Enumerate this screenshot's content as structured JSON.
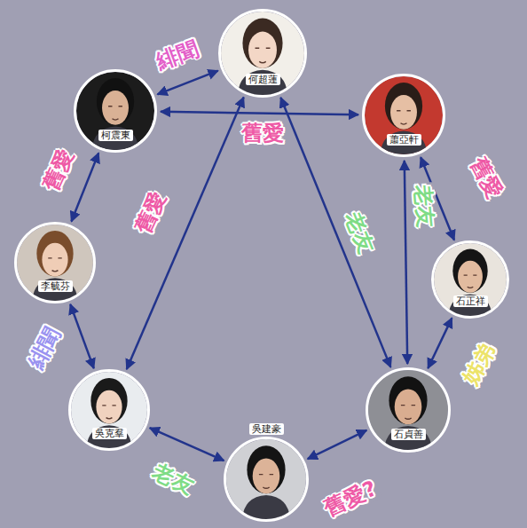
{
  "diagram": {
    "nodes": [
      {
        "text": [
          "何超蓮"
        ]
      },
      {
        "text": [
          "柯震東"
        ]
      },
      {
        "text": [
          "蕭亞軒"
        ]
      },
      {
        "text": [
          "李毓芬"
        ]
      },
      {
        "text": [
          "石正祥"
        ]
      },
      {
        "text": [
          "吳克羣"
        ]
      },
      {
        "text": [
          "石貞善"
        ]
      },
      {
        "text": [
          "吳建豪"
        ]
      }
    ],
    "edges": [
      {
        "from": 1,
        "to": 0,
        "arrow": "both",
        "label": "緋聞"
      },
      {
        "from": 1,
        "to": 2,
        "arrow": "both",
        "label": "舊愛"
      },
      {
        "from": 1,
        "to": 3,
        "arrow": "both",
        "label": "舊愛"
      },
      {
        "from": 0,
        "to": 5,
        "arrow": "both",
        "label": "舊愛"
      },
      {
        "from": 0,
        "to": 6,
        "arrow": "both",
        "label": "老友"
      },
      {
        "from": 2,
        "to": 6,
        "arrow": "both",
        "label": "老友"
      },
      {
        "from": 2,
        "to": 4,
        "arrow": "both",
        "label": "舊愛"
      },
      {
        "from": 4,
        "to": 6,
        "arrow": "both",
        "label": "姊弟"
      },
      {
        "from": 3,
        "to": 5,
        "arrow": "both",
        "label": "緋聞"
      },
      {
        "from": 5,
        "to": 7,
        "arrow": "both",
        "label": "老友"
      },
      {
        "from": 7,
        "to": 6,
        "arrow": "both",
        "label": "舊愛?"
      }
    ]
  }
}
